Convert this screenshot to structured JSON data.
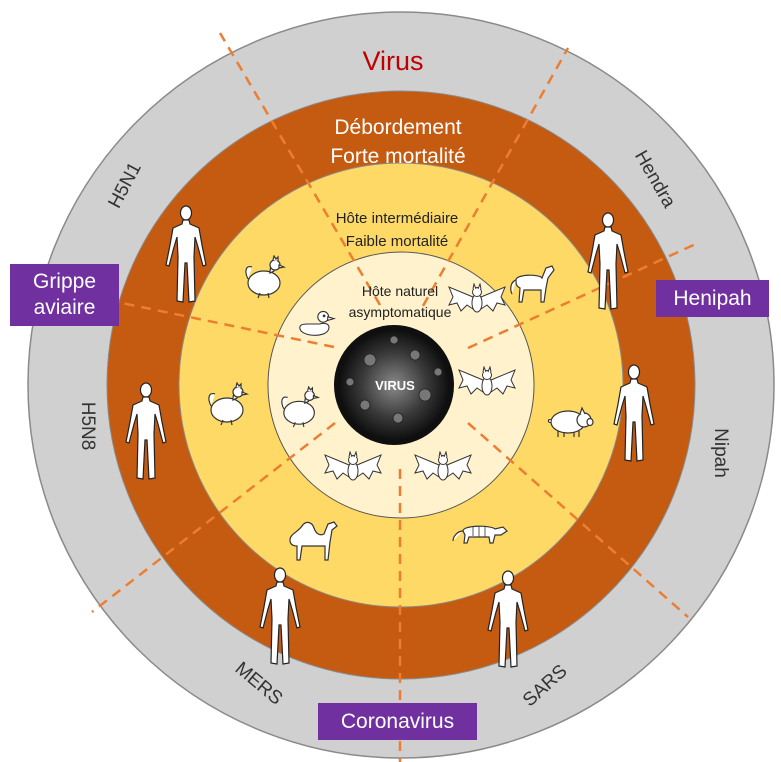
{
  "title": "Virus",
  "outer_ring": {
    "segments": [
      "H5N1",
      "Hendra",
      "H5N8",
      "Nipah",
      "MERS",
      "SARS"
    ]
  },
  "spillover_ring": {
    "line1": "Débordement",
    "line2": "Forte mortalité"
  },
  "intermediate_ring": {
    "line1": "Hôte intermédiaire",
    "line2": "Faible mortalité"
  },
  "natural_ring": {
    "line1": "Hôte naturel",
    "line2": "asymptomatique"
  },
  "center_label": "VIRUS",
  "families": {
    "flu_line1": "Grippe",
    "flu_line2": "aviaire",
    "henipah": "Henipah",
    "corona": "Coronavirus"
  },
  "colors": {
    "outer_ring": "#d0d0d0",
    "spillover_ring": "#c55a11",
    "intermediate_ring": "#ffd966",
    "natural_ring": "#fff2cc",
    "title": "#c00000",
    "family_box": "#7030a0",
    "dash": "#ed7d31"
  },
  "icons": {
    "human": "human-figure-icon",
    "chicken": "chicken-icon",
    "duck": "duck-icon",
    "bat": "bat-icon",
    "horse": "horse-icon",
    "pig": "pig-icon",
    "camel": "camel-icon",
    "civet": "civet-icon",
    "virus": "virus-particle-icon"
  }
}
